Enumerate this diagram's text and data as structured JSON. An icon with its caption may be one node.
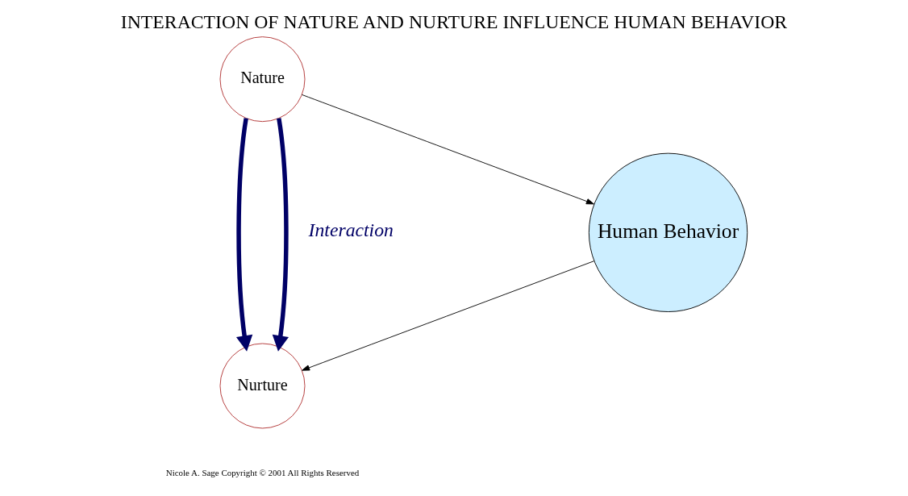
{
  "diagram": {
    "title": "INTERACTION OF NATURE AND NURTURE INFLUENCE HUMAN BEHAVIOR",
    "caption": "Nicole A. Sage Copyright © 2001 All Rights Reserved",
    "nodes": [
      {
        "text": [
          "Nature"
        ]
      },
      {
        "text": [
          "Nurture"
        ]
      },
      {
        "text": [
          "Human Behavior"
        ]
      }
    ],
    "edges": [
      {
        "from": 0,
        "to": 1,
        "arrow": "to",
        "style": "thick",
        "color": "#000066"
      },
      {
        "from": 0,
        "to": 1,
        "arrow": "to",
        "style": "thick",
        "color": "#000066"
      },
      {
        "from": 0,
        "to": 2,
        "arrow": "to",
        "color": "#000000"
      },
      {
        "from": 2,
        "to": 1,
        "arrow": "to",
        "color": "#000000"
      }
    ],
    "labels": [
      "Interaction"
    ]
  }
}
